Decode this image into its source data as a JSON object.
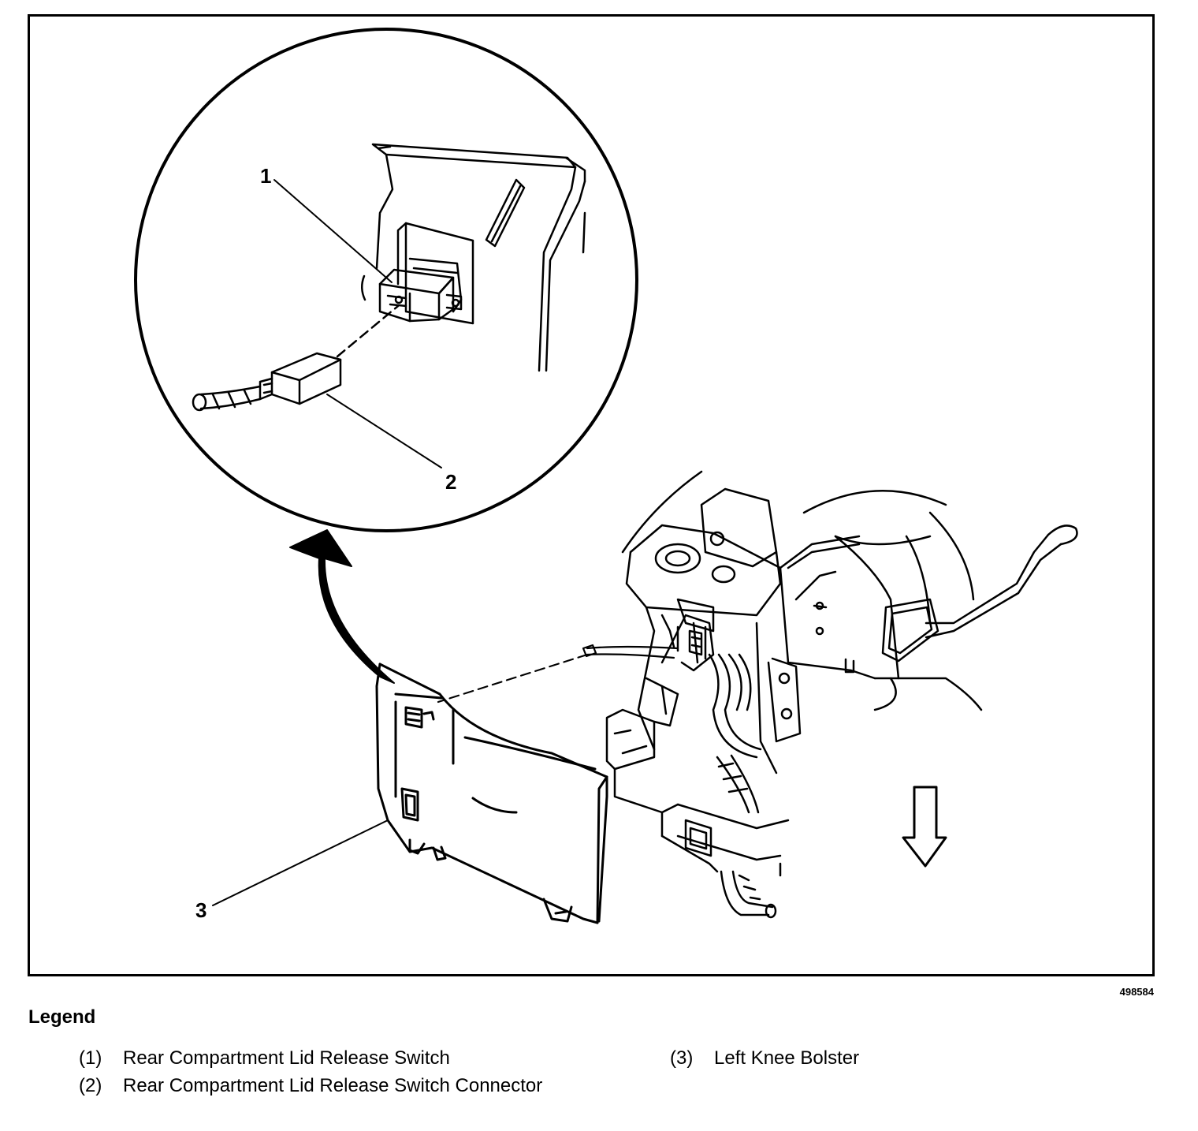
{
  "figure": {
    "id": "498584",
    "callouts": [
      "1",
      "2",
      "3"
    ]
  },
  "legend": {
    "title": "Legend",
    "items": [
      {
        "num": "(1)",
        "text": "Rear Compartment Lid Release Switch"
      },
      {
        "num": "(2)",
        "text": "Rear Compartment Lid Release Switch Connector"
      },
      {
        "num": "(3)",
        "text": "Left Knee Bolster"
      }
    ]
  }
}
